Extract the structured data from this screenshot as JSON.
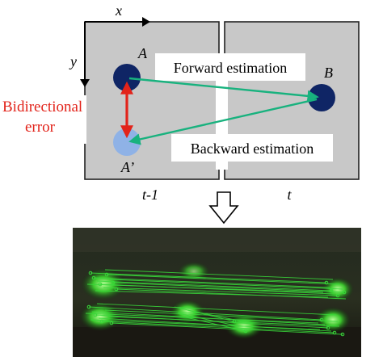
{
  "diagram": {
    "axis_x": "x",
    "axis_y": "y",
    "point_a": "A",
    "point_b": "B",
    "point_a_prime": "A’",
    "forward_label": "Forward estimation",
    "backward_label": "Backward estimation",
    "error_label_line1": "Bidirectional",
    "error_label_line2": "error",
    "frame_prev_label": "t-1",
    "frame_curr_label": "t"
  },
  "colors": {
    "panel_fill": "#c8c8c8",
    "point_dark": "#0f2565",
    "point_light": "#8fb2e6",
    "arrow_green": "#18b27e",
    "arrow_red": "#e2231a",
    "error_text": "#e2231a",
    "photo_bg": "#1a1e15",
    "track_green": "#39d93a"
  }
}
